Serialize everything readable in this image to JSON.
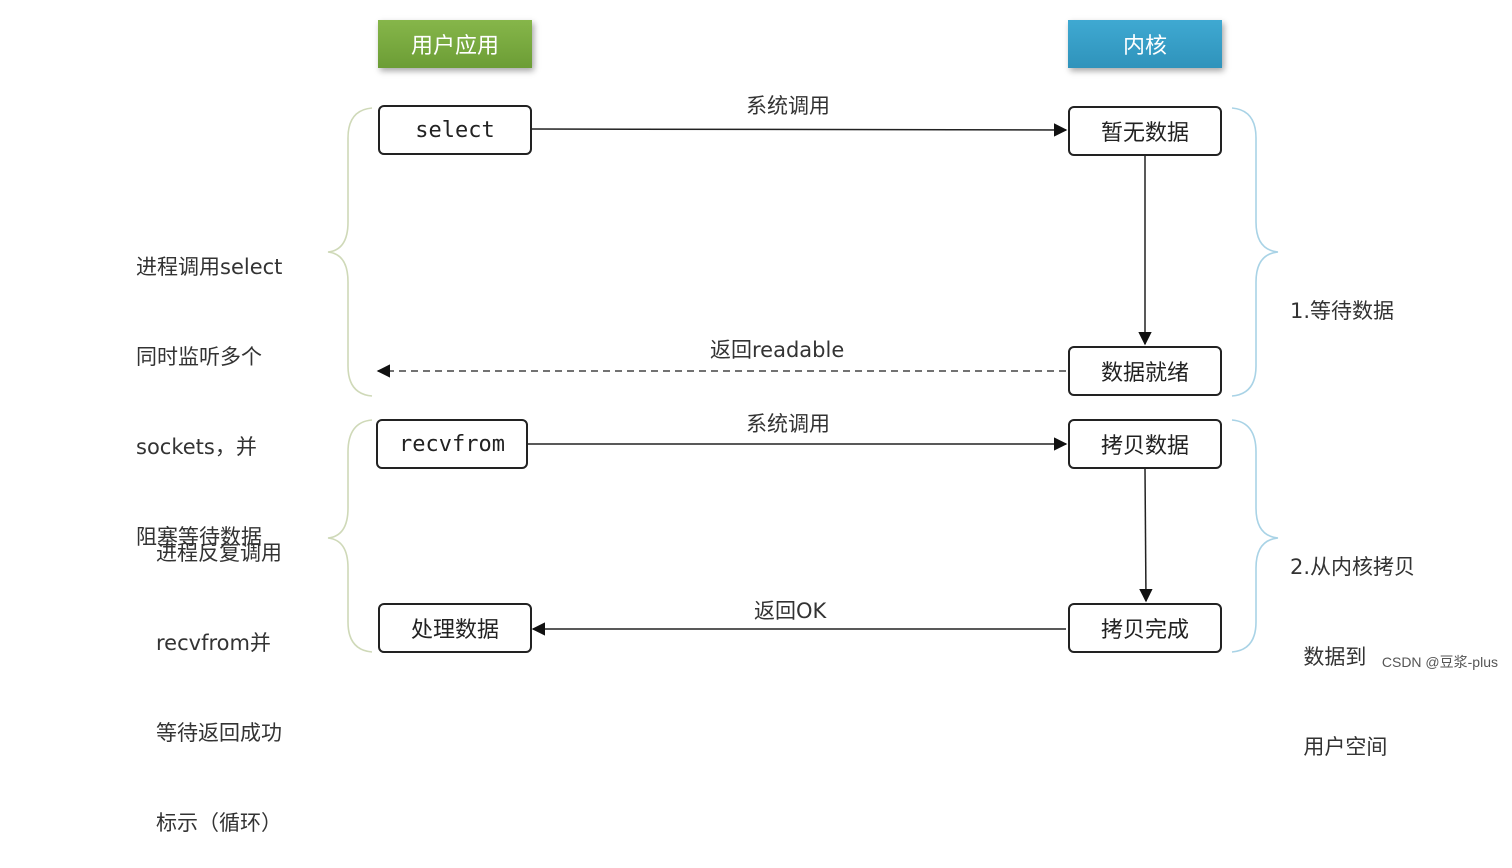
{
  "headers": {
    "user": "用户应用",
    "kernel": "内核"
  },
  "boxes": {
    "select": "select",
    "no_data": "暂无数据",
    "data_ready": "数据就绪",
    "recvfrom": "recvfrom",
    "copy_data": "拷贝数据",
    "copy_done": "拷贝完成",
    "process": "处理数据"
  },
  "arrows": {
    "syscall_1": "系统调用",
    "return_readable": "返回readable",
    "syscall_2": "系统调用",
    "return_ok": "返回OK"
  },
  "left_notes": {
    "note_1": [
      "进程调用select",
      "同时监听多个",
      "sockets，并",
      "阻塞等待数据"
    ],
    "note_2": [
      "进程反复调用",
      "recvfrom并",
      "等待返回成功",
      "标示（循环）"
    ]
  },
  "right_notes": {
    "phase_1": [
      "1.等待数据"
    ],
    "phase_2": [
      "2.从内核拷贝",
      "  数据到",
      "  用户空间"
    ]
  },
  "watermark": "CSDN @豆浆-plus",
  "colors": {
    "user_header": "#78a941",
    "kernel_header": "#35a0c8",
    "left_brace": "#cfd9b8",
    "right_brace": "#a9d3e6"
  }
}
